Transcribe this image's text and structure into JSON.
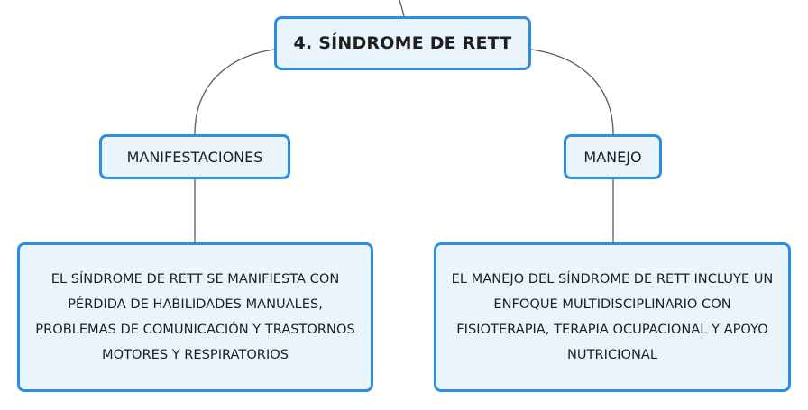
{
  "diagram": {
    "root": {
      "label": "4. SÍNDROME DE RETT"
    },
    "branches": [
      {
        "label": "MANIFESTACIONES",
        "detail": "EL SÍNDROME DE RETT SE MANIFIESTA CON PÉRDIDA DE HABILIDADES MANUALES, PROBLEMAS DE COMUNICACIÓN Y TRASTORNOS MOTORES Y RESPIRATORIOS"
      },
      {
        "label": "MANEJO",
        "detail": "EL MANEJO DEL SÍNDROME DE RETT INCLUYE UN ENFOQUE MULTIDISCIPLINARIO CON FISIOTERAPIA, TERAPIA OCUPACIONAL Y APOYO NUTRICIONAL"
      }
    ]
  },
  "colors": {
    "node_border": "#2d8ee0",
    "node_fill": "#eaf4fc",
    "connector": "#5a5a5a",
    "text": "#1e1e1e"
  }
}
